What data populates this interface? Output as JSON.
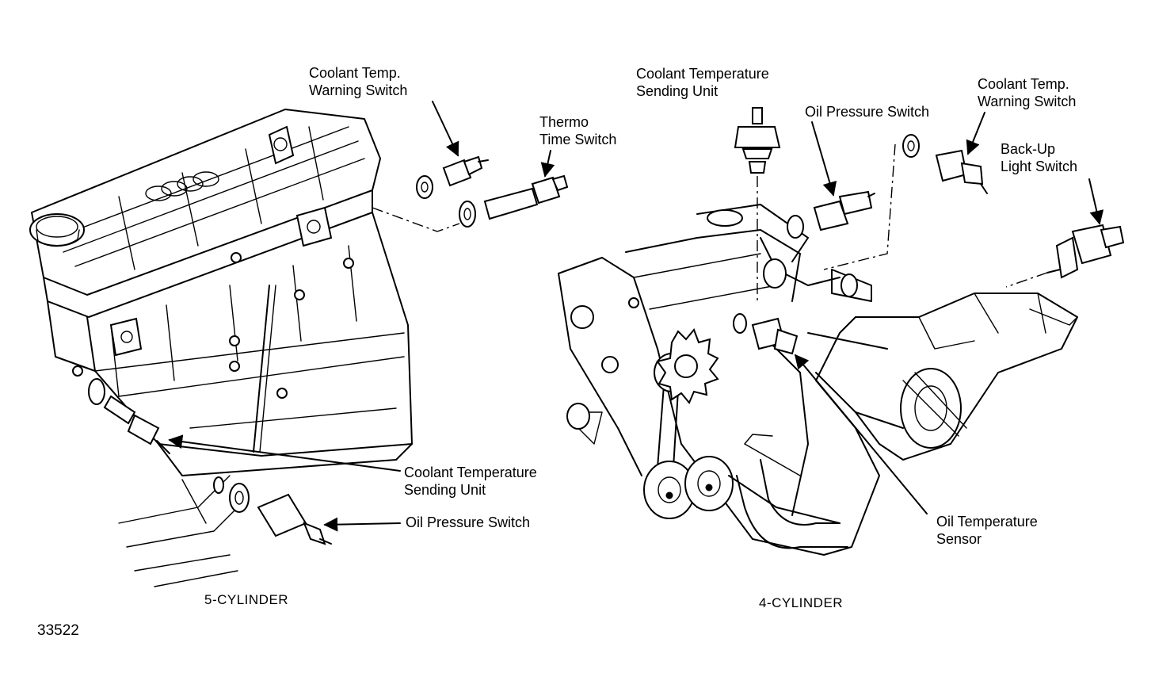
{
  "figure_number": "33522",
  "sections": {
    "five_cylinder": {
      "caption": "5-CYLINDER",
      "labels": {
        "coolant_temp_warning_switch": [
          "Coolant Temp.",
          "Warning Switch"
        ],
        "thermo_time_switch": [
          "Thermo",
          "Time Switch"
        ],
        "coolant_temperature_sending_unit": [
          "Coolant Temperature",
          "Sending Unit"
        ],
        "oil_pressure_switch": [
          "Oil Pressure Switch"
        ]
      }
    },
    "four_cylinder": {
      "caption": "4-CYLINDER",
      "labels": {
        "coolant_temperature_sending_unit": [
          "Coolant Temperature",
          "Sending Unit"
        ],
        "oil_pressure_switch": [
          "Oil Pressure Switch"
        ],
        "coolant_temp_warning_switch": [
          "Coolant Temp.",
          "Warning Switch"
        ],
        "back_up_light_switch": [
          "Back-Up",
          "Light Switch"
        ],
        "oil_temperature_sensor": [
          "Oil Temperature",
          "Sensor"
        ]
      }
    }
  }
}
